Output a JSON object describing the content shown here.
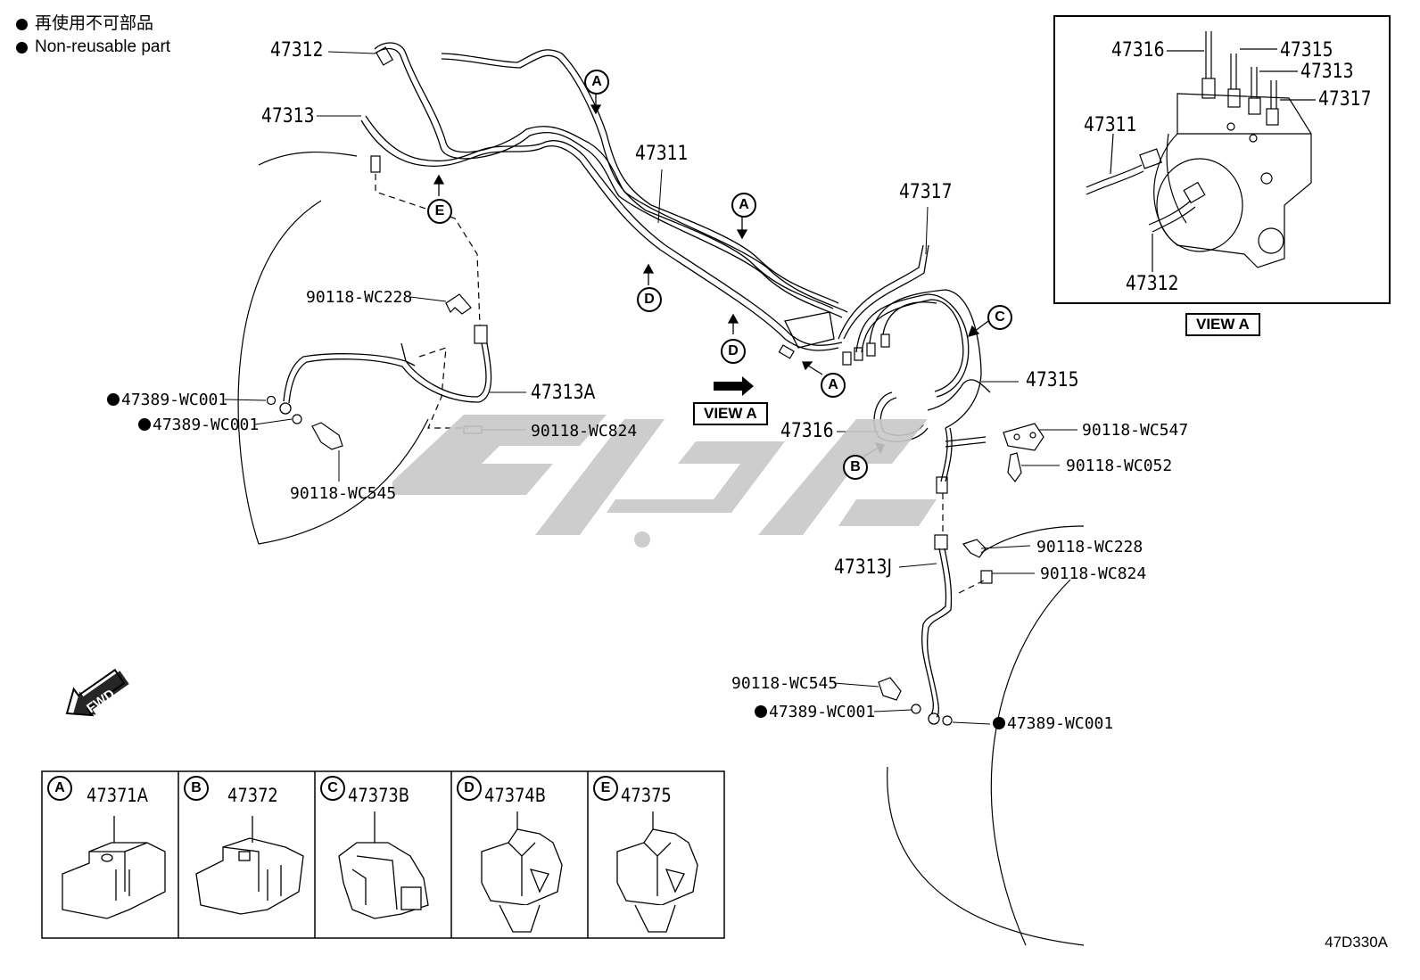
{
  "legend": {
    "jp": "再使用不可部品",
    "en": "Non-reusable part"
  },
  "parts": {
    "p47312": "47312",
    "p47313": "47313",
    "p47311": "47311",
    "p47317": "47317",
    "p47315": "47315",
    "p47316": "47316",
    "p47313A": "47313A",
    "p47313J": "47313J",
    "wc228_l": "90118-WC228",
    "wc001_l1": "47389-WC001",
    "wc001_l2": "47389-WC001",
    "wc824_l": "90118-WC824",
    "wc545_l": "90118-WC545",
    "wc547": "90118-WC547",
    "wc052": "90118-WC052",
    "wc228_r": "90118-WC228",
    "wc824_r": "90118-WC824",
    "wc545_r": "90118-WC545",
    "wc001_r1": "47389-WC001",
    "wc001_r2": "47389-WC001"
  },
  "view_a": {
    "title": "VIEW A",
    "p47316": "47316",
    "p47315": "47315",
    "p47313": "47313",
    "p47317": "47317",
    "p47311": "47311",
    "p47312": "47312"
  },
  "view_a_ref": "VIEW A",
  "markers": {
    "a": "A",
    "b": "B",
    "c": "C",
    "d": "D",
    "e": "E"
  },
  "fwd": "FWD",
  "clips": [
    {
      "letter": "A",
      "part": "47371A"
    },
    {
      "letter": "B",
      "part": "47372"
    },
    {
      "letter": "C",
      "part": "47373B"
    },
    {
      "letter": "D",
      "part": "47374B"
    },
    {
      "letter": "E",
      "part": "47375"
    }
  ],
  "diagram_code": "47D330A"
}
